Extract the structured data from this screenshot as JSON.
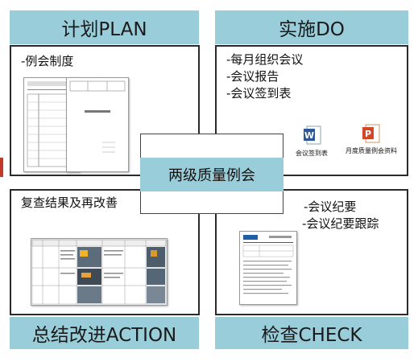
{
  "plan": {
    "title": "计划PLAN",
    "items": [
      "-例会制度"
    ]
  },
  "do": {
    "title": "实施DO",
    "items": [
      "-每月组织会议",
      "-会议报告",
      "-会议签到表"
    ],
    "file_word": "会议签到表",
    "file_ppt": "月度质量例会资料"
  },
  "center": {
    "label": "两级质量例会"
  },
  "action": {
    "title": "总结改进ACTION",
    "items": [
      "复查结果及再改善"
    ]
  },
  "check": {
    "title": "检查CHECK",
    "items": [
      "-会议纪要",
      "-会议纪要跟踪"
    ]
  },
  "colors": {
    "header": "#99cdd9",
    "word": "#2b579a",
    "ppt": "#d24726"
  }
}
